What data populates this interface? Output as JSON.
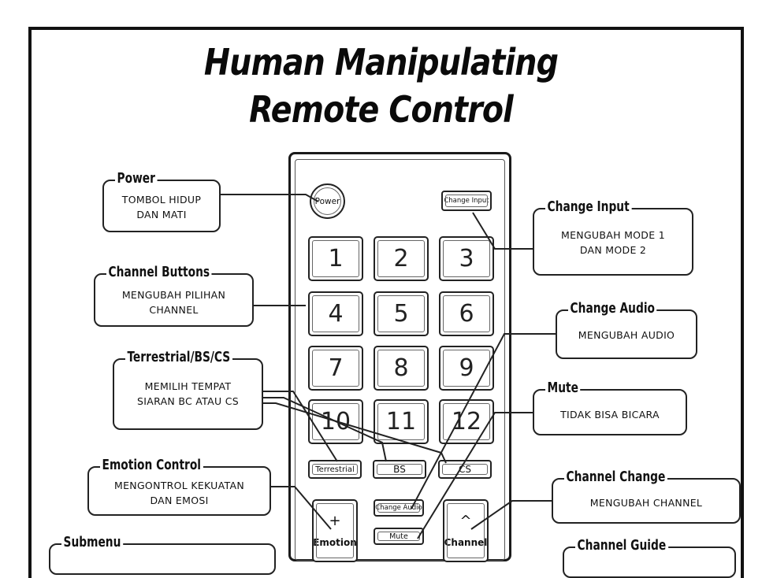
{
  "title": {
    "line1": "Human Manipulating",
    "line2": "Remote Control"
  },
  "remote": {
    "power_label": "Power",
    "change_input_label": "Change Input",
    "number_buttons": [
      "1",
      "2",
      "3",
      "4",
      "5",
      "6",
      "7",
      "8",
      "9",
      "10",
      "11",
      "12"
    ],
    "terrestrial_label": "Terrestrial",
    "bs_label": "BS",
    "cs_label": "CS",
    "plus_symbol": "+",
    "emotion_label": "Emotion",
    "change_audio_label": "Change Audio",
    "mute_label": "Mute",
    "caret_symbol": "^",
    "channel_label": "Channel"
  },
  "callouts": {
    "power": {
      "title": "Power",
      "text1": "TOMBOL HIDUP",
      "text2": "DAN MATI"
    },
    "channel_buttons": {
      "title": "Channel Buttons",
      "text1": "MENGUBAH PILIHAN",
      "text2": "CHANNEL"
    },
    "terrestrial": {
      "title": "Terrestrial/BS/CS",
      "text1": "MEMILIH TEMPAT",
      "text2": "SIARAN BC ATAU CS"
    },
    "emotion": {
      "title": "Emotion Control",
      "text1": "MENGONTROL KEKUATAN",
      "text2": "DAN EMOSI"
    },
    "submenu": {
      "title": "Submenu"
    },
    "change_input": {
      "title": "Change Input",
      "text1": "MENGUBAH MODE 1",
      "text2": "DAN MODE 2"
    },
    "change_audio": {
      "title": "Change Audio",
      "text1": "MENGUBAH AUDIO"
    },
    "mute": {
      "title": "Mute",
      "text1": "TIDAK BISA BICARA"
    },
    "channel_change": {
      "title": "Channel Change",
      "text1": "MENGUBAH CHANNEL"
    },
    "channel_guide": {
      "title": "Channel Guide"
    }
  }
}
